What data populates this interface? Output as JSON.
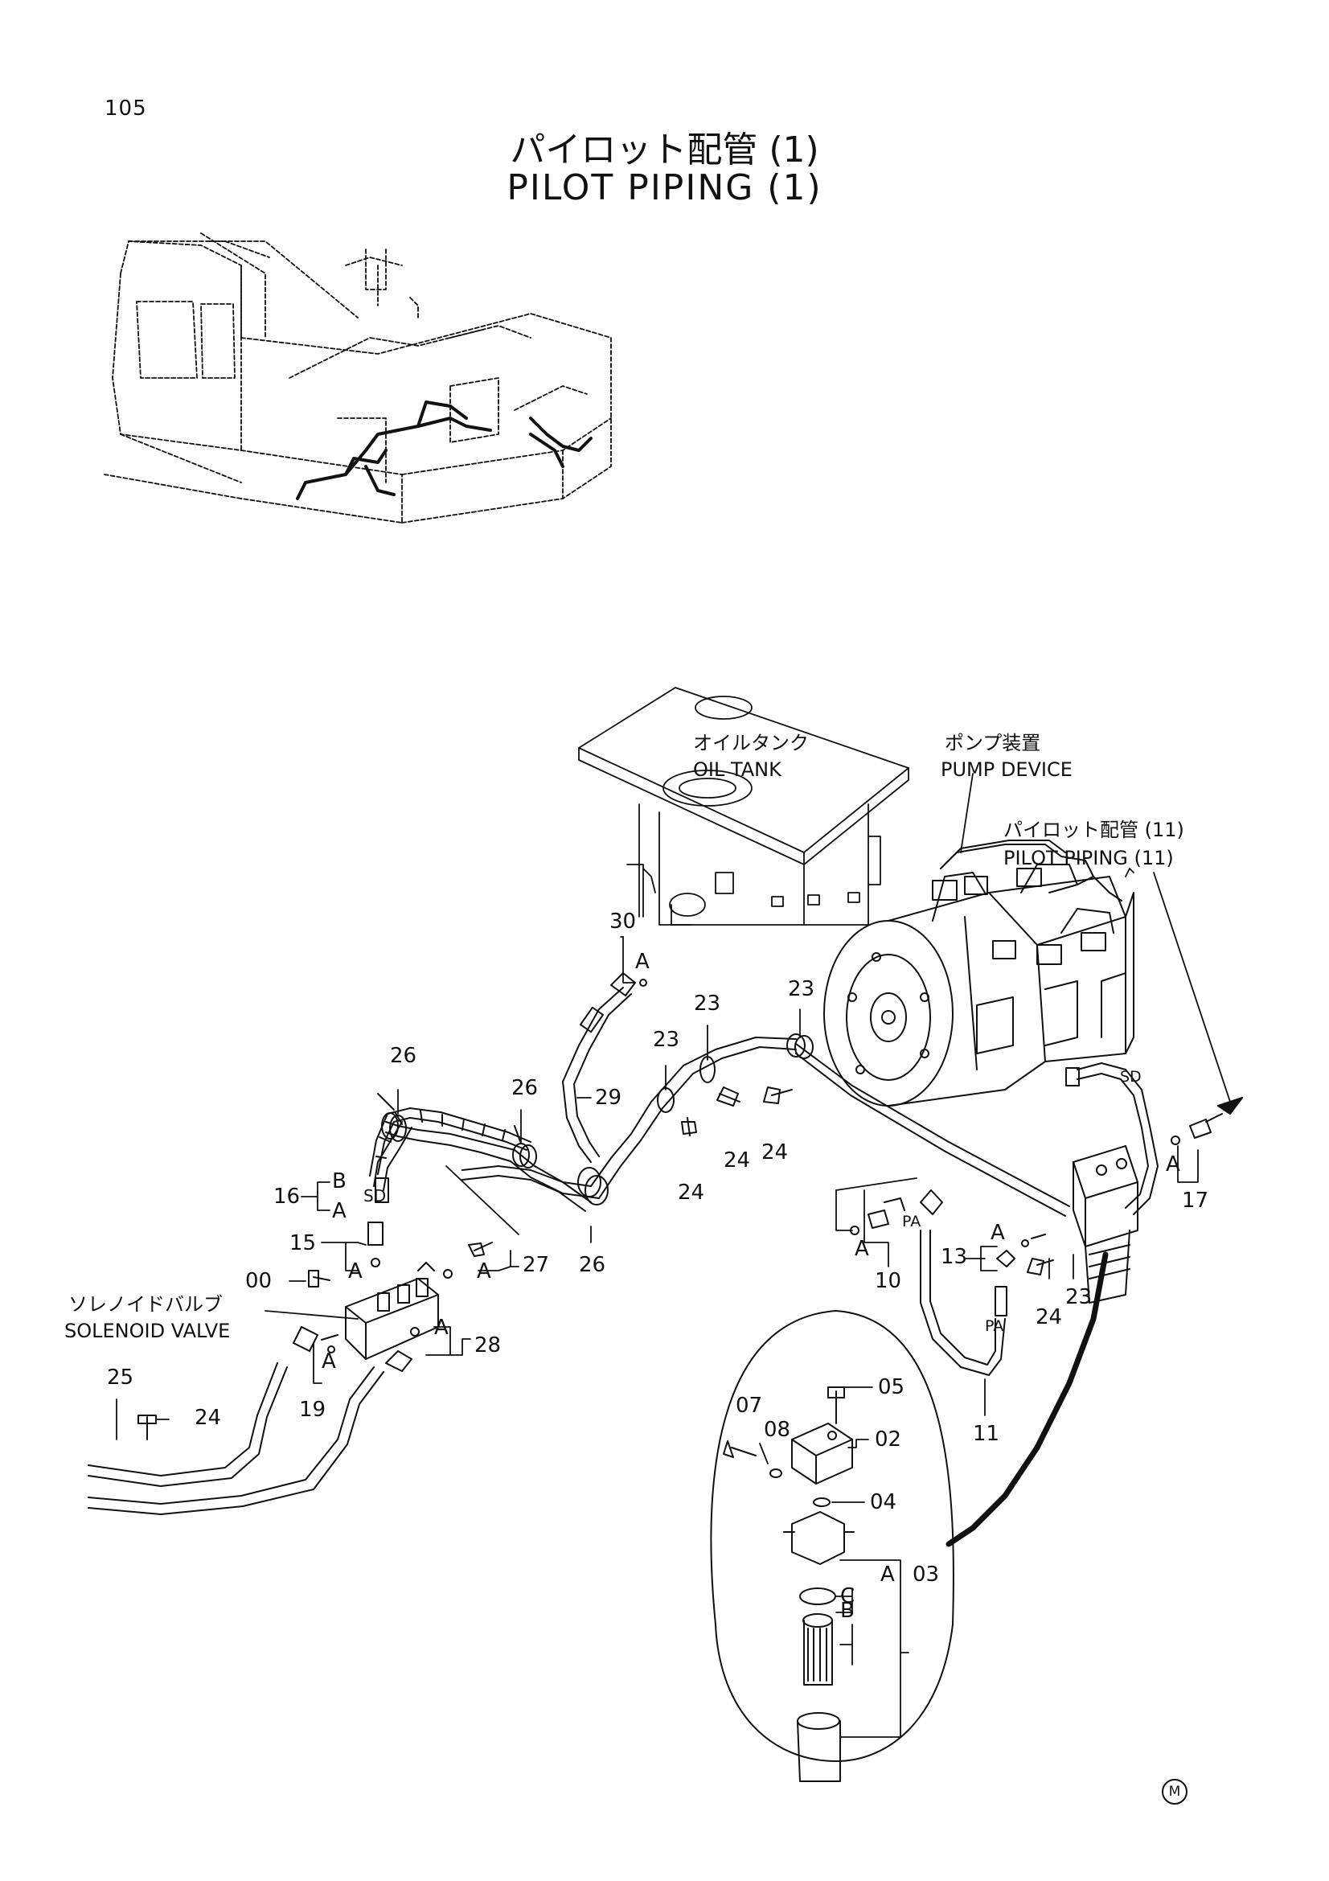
{
  "page_number": "105",
  "title": {
    "ja": "パイロット配管 (1)",
    "en": "PILOT PIPING (1)"
  },
  "component_labels": {
    "oil_tank": {
      "ja": "オイルタンク",
      "en": "OIL TANK"
    },
    "pump_device": {
      "ja": "ポンプ装置",
      "en": "PUMP DEVICE"
    },
    "pilot_piping_ref": {
      "ja": "パイロット配管 (11)",
      "en": "PILOT PIPING (11)"
    },
    "solenoid_valve": {
      "ja": "ソレノイドバルブ",
      "en": "SOLENOID VALVE"
    }
  },
  "part_numbers": [
    "30",
    "23",
    "23",
    "23",
    "26",
    "26",
    "29",
    "16",
    "15",
    "00",
    "24",
    "24",
    "24",
    "27",
    "26",
    "28",
    "25",
    "24",
    "19",
    "10",
    "13",
    "24",
    "23",
    "17",
    "11",
    "07",
    "08",
    "05",
    "02",
    "04",
    "03"
  ],
  "port_marks": {
    "sd": "SD",
    "pa": "PA",
    "a": "A",
    "b": "B",
    "c": "C"
  },
  "footer_mark": "M"
}
